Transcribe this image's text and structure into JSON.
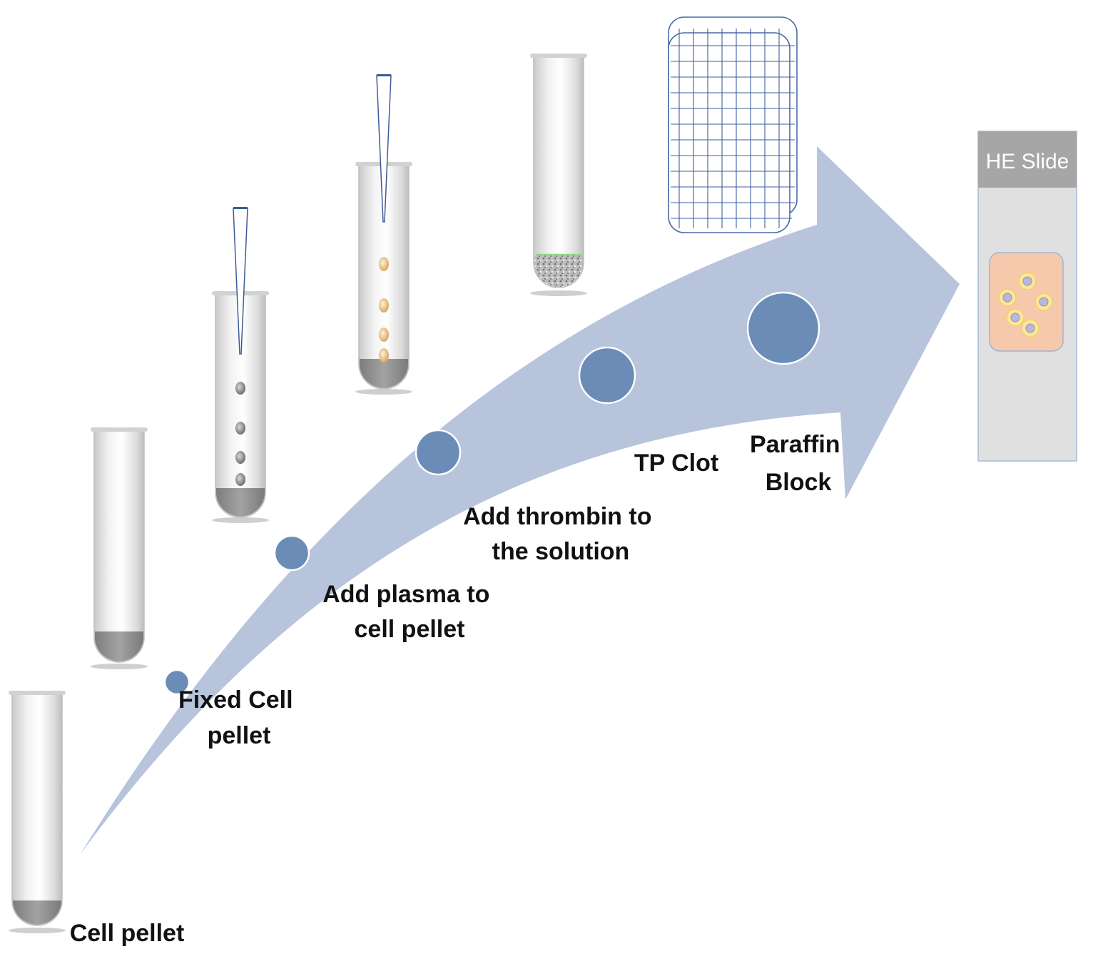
{
  "steps": [
    {
      "id": "cell-pellet",
      "label_lines": [
        "Cell pellet"
      ]
    },
    {
      "id": "fixed-cell-pellet",
      "label_lines": [
        "Fixed Cell",
        "pellet"
      ]
    },
    {
      "id": "add-plasma",
      "label_lines": [
        "Add plasma to",
        "cell pellet"
      ]
    },
    {
      "id": "add-thrombin",
      "label_lines": [
        "Add thrombin to",
        "the solution"
      ]
    },
    {
      "id": "tp-clot",
      "label_lines": [
        "TP Clot"
      ]
    },
    {
      "id": "paraffin-block",
      "label_lines": [
        "Paraffin",
        "Block"
      ]
    }
  ],
  "slide": {
    "title": "HE Slide"
  },
  "colors": {
    "arrow": "#b7c4dc",
    "dot_fill": "#6b8cb6",
    "dot_stroke": "#ffffff",
    "tube_glass": "#e3e3e3",
    "pellet": "#8f8f8f",
    "slide_header": "#a6a6a6",
    "slide_body": "#e0e0e0",
    "tissue": "#f6c9ad",
    "cell": "#fde59a",
    "nucleus": "#b8b8d8",
    "cassette_grid": "#3f5f9f"
  }
}
